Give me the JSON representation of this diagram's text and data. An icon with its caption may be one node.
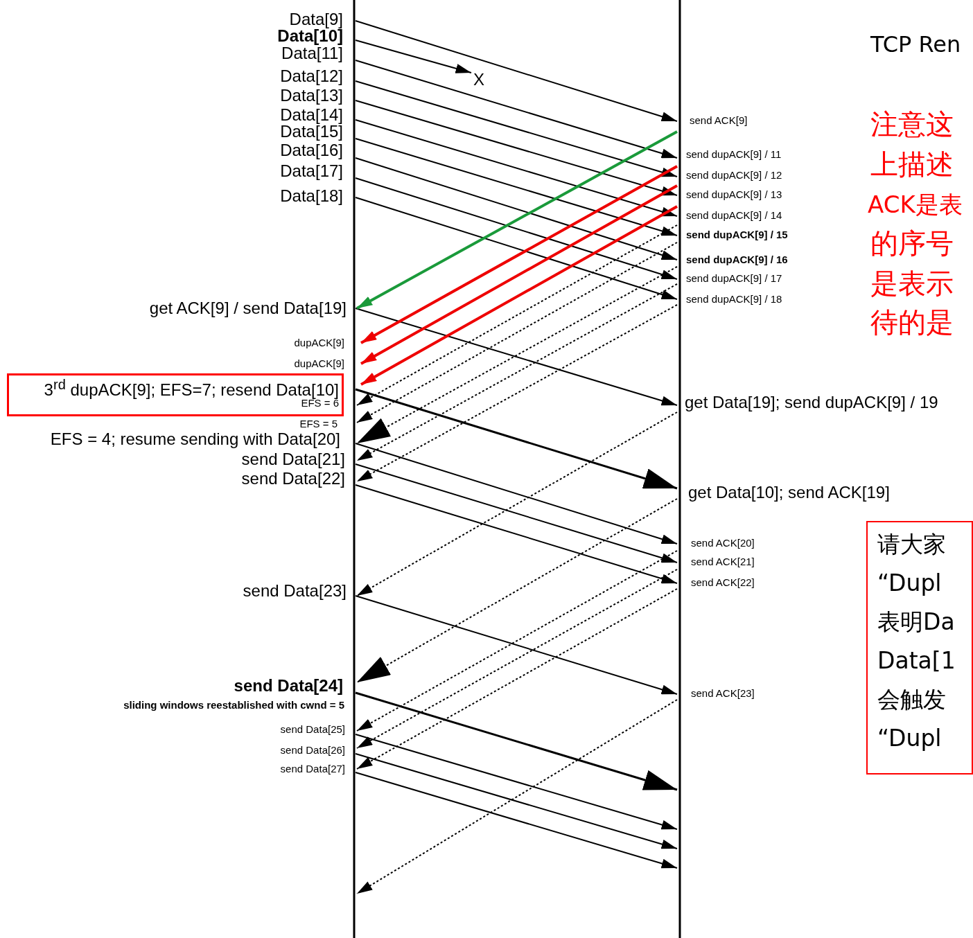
{
  "diagram": {
    "title": "TCP Ren",
    "nodes": [
      {
        "text": [
          "3$^{rd}$ dupACK[9]; EFS=7; resend Data[10]",
          "EFS = 6"
        ]
      },
      {
        "text": [
          "请大家",
          "“Dupl",
          "表明Da",
          "Data[1",
          "会触发",
          "“Dupl"
        ]
      }
    ],
    "labels": [
      "Data[9]",
      "Data[10]",
      "Data[11]",
      "Data[12]",
      "Data[13]",
      "Data[14]",
      "Data[15]",
      "Data[16]",
      "Data[17]",
      "Data[18]",
      "X",
      "注意这",
      "上描述",
      "ACK是表",
      "的序号",
      "是表示",
      "待的是",
      "send ACK[9]",
      "send dupACK[9] / 11",
      "send dupACK[9] / 12",
      "send dupACK[9] / 13",
      "send dupACK[9] / 14",
      "send dupACK[9] / 15",
      "send dupACK[9] / 16",
      "send dupACK[9] / 17",
      "send dupACK[9] / 18",
      "get ACK[9] / send Data[19]",
      "dupACK[9]",
      "dupACK[9]",
      "EFS = 5",
      "EFS = 4; resume sending  with Data[20]",
      "send Data[21]",
      "send Data[22]",
      "get Data[19]; send dupACK[9] / 19",
      "get Data[10]; send ACK[19]",
      "send ACK[20]",
      "send ACK[21]",
      "send ACK[22]",
      "send Data[23]",
      "send ACK[23]",
      "send Data[24]",
      "sliding windows reestablished with cwnd = 5",
      "send Data[25]",
      "send Data[26]",
      "send Data[27]"
    ]
  }
}
